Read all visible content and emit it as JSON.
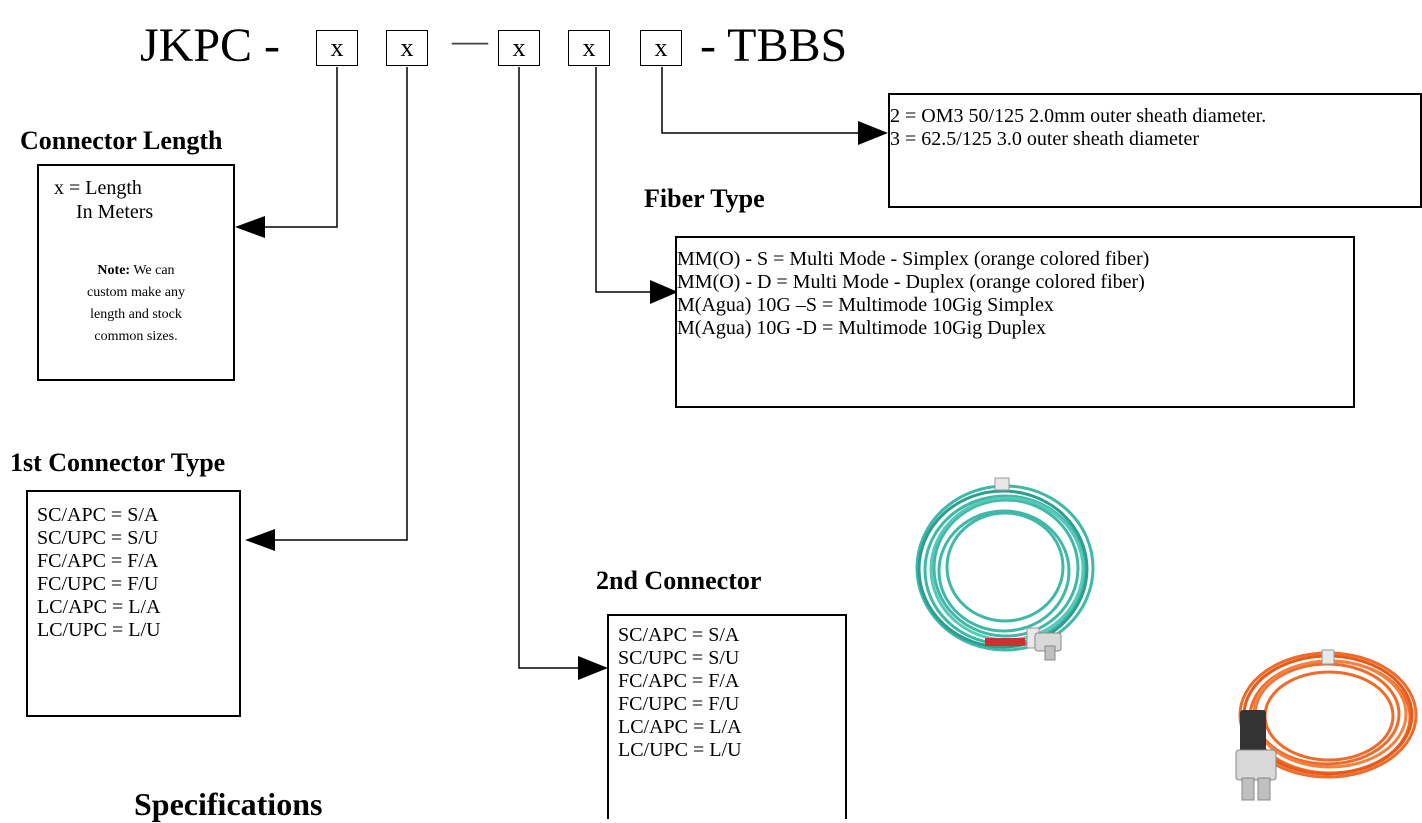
{
  "title": {
    "prefix": "JKPC -",
    "slots": [
      "x",
      "x",
      "x",
      "x",
      "x"
    ],
    "dash": "—",
    "suffix": "- TBBS"
  },
  "connector_length": {
    "heading": "Connector Length",
    "line1": "x = Length",
    "line2": "In Meters",
    "note_label": "Note:",
    "note_lines": [
      " We can",
      "custom make any",
      "length and stock",
      "common sizes."
    ]
  },
  "sheath": {
    "lines": [
      "2 = OM3 50/125  2.0mm outer sheath diameter.",
      "3 = 62.5/125        3.0 outer sheath diameter"
    ]
  },
  "fiber_type": {
    "heading": "Fiber Type",
    "lines": [
      "MM(O) - S  =  Multi Mode - Simplex (orange colored fiber)",
      "MM(O) - D =  Multi Mode -  Duplex  (orange colored fiber)",
      "M(Agua) 10G –S  =  Multimode 10Gig Simplex",
      "M(Agua) 10G -D  =  Multimode 10Gig Duplex"
    ]
  },
  "first_connector": {
    "heading": "1st Connector Type",
    "lines": [
      "SC/APC = S/A",
      "SC/UPC = S/U",
      "FC/APC = F/A",
      "FC/UPC = F/U",
      "LC/APC = L/A",
      "LC/UPC = L/U"
    ]
  },
  "second_connector": {
    "heading": "2nd Connector",
    "lines": [
      "SC/APC = S/A",
      "SC/UPC = S/U",
      "FC/APC = F/A",
      "FC/UPC = F/U",
      "LC/APC = L/A",
      "LC/UPC = L/U"
    ]
  },
  "specifications": {
    "heading": "Specifications"
  },
  "images": {
    "aqua_cable": "aqua-fiber-patch-cable-icon",
    "orange_cable": "orange-fiber-patch-cable-icon",
    "aqua_color": "#3fb8a8",
    "orange_color": "#f06a2a"
  }
}
